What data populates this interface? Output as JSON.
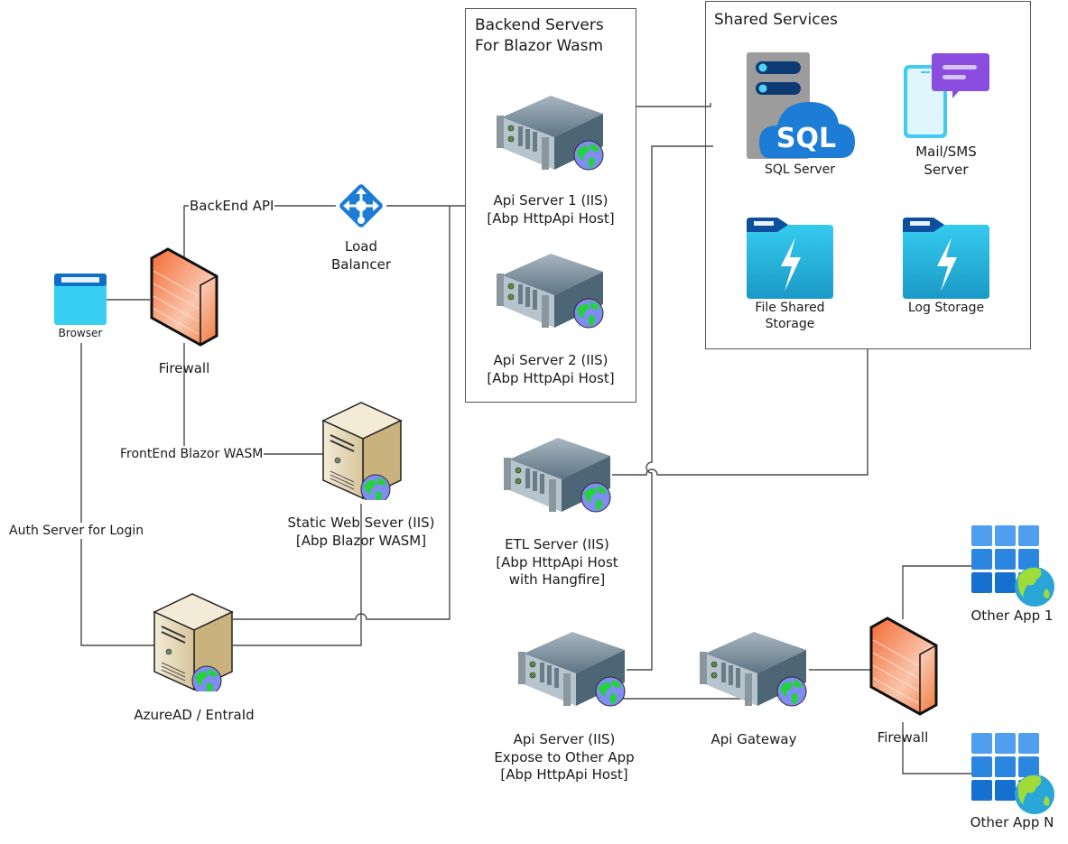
{
  "diagram": {
    "groups": {
      "backend": {
        "title_line1": "Backend Servers",
        "title_line2": "For Blazor Wasm"
      },
      "shared": {
        "title": "Shared Services"
      }
    },
    "nodes": {
      "browser": {
        "label": "Browser",
        "icon": "browser-window-icon"
      },
      "firewall_left": {
        "label": "Firewall",
        "icon": "firewall-icon"
      },
      "load_balancer": {
        "label_line1": "Load",
        "label_line2": "Balancer",
        "icon": "load-balancer-icon"
      },
      "api_server_1": {
        "label_line1": "Api Server 1 (IIS)",
        "label_line2": "[Abp HttpApi Host]",
        "icon": "rack-server-icon"
      },
      "api_server_2": {
        "label_line1": "Api Server 2 (IIS)",
        "label_line2": "[Abp HttpApi Host]",
        "icon": "rack-server-icon"
      },
      "sql_server": {
        "label": "SQL Server",
        "icon": "sql-server-icon"
      },
      "mail_sms": {
        "label_line1": "Mail/SMS",
        "label_line2": "Server",
        "icon": "mail-sms-icon"
      },
      "file_storage": {
        "label_line1": "File Shared",
        "label_line2": "Storage",
        "icon": "storage-folder-icon"
      },
      "log_storage": {
        "label": "Log Storage",
        "icon": "storage-folder-icon"
      },
      "static_web": {
        "label_line1": "Static Web Sever (IIS)",
        "label_line2": "[Abp Blazor WASM]",
        "icon": "tower-server-icon"
      },
      "azure_ad": {
        "label": "AzureAD / EntraId",
        "icon": "tower-server-icon"
      },
      "etl_server": {
        "label_line1": "ETL Server (IIS)",
        "label_line2": "[Abp HttpApi Host",
        "label_line3": "with Hangfire]",
        "icon": "rack-server-icon"
      },
      "api_server_expose": {
        "label_line1": "Api Server  (IIS)",
        "label_line2": "Expose to Other App",
        "label_line3": "[Abp HttpApi Host]",
        "icon": "rack-server-icon"
      },
      "api_gateway": {
        "label": "Api Gateway",
        "icon": "rack-server-icon"
      },
      "firewall_right": {
        "label": "Firewall",
        "icon": "firewall-icon"
      },
      "other_app_1": {
        "label": "Other App 1",
        "icon": "web-app-grid-icon"
      },
      "other_app_n": {
        "label": "Other App N",
        "icon": "web-app-grid-icon"
      }
    },
    "edge_labels": {
      "backend_api": "BackEnd API",
      "frontend_blazor": "FrontEnd Blazor WASM",
      "auth_server": "Auth Server for Login"
    },
    "colors": {
      "line": "#4a4a4a",
      "firewall": "#f26b3a",
      "azure_blue": "#1c7cd6",
      "storage_cyan": "#32c5ec",
      "mail_purple": "#8a4de0"
    }
  }
}
